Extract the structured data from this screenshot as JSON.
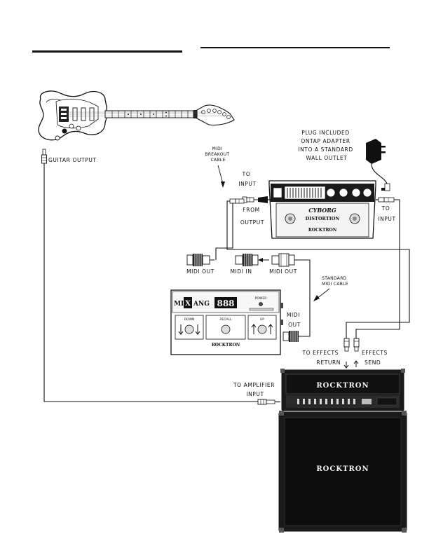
{
  "labels": {
    "guitar_output": "GUITAR OUTPUT",
    "midi_breakout_cable": [
      "MIDI",
      "BREAKOUT",
      "CABLE"
    ],
    "to_input_top": [
      "TO",
      "INPUT"
    ],
    "from_output": [
      "FROM",
      "OUTPUT"
    ],
    "to_input_right": [
      "TO",
      "INPUT"
    ],
    "adapter_note": [
      "PLUG INCLUDED",
      "ONTAP ADAPTER",
      "INTO A STANDARD",
      "WALL OUTLET"
    ],
    "midi_out_left": "MIDI OUT",
    "midi_in": "MIDI IN",
    "midi_out_right": "MIDI OUT",
    "standard_midi_cable": [
      "STANDARD",
      "MIDI CABLE"
    ],
    "midi_out_pedal": [
      "MIDI",
      "OUT"
    ],
    "to_effects_return": [
      "TO EFFECTS",
      "RETURN"
    ],
    "effects_send": [
      "EFFECTS",
      "SEND"
    ],
    "to_amplifier_input": [
      "TO AMPLIFIER",
      "INPUT"
    ]
  },
  "devices": {
    "pedal_name": "CYBORG",
    "pedal_type": "DISTORTION",
    "pedal_brand": "ROCKTRON",
    "switcher_name": [
      "MI",
      "X",
      "ANG"
    ],
    "switcher_display": "888",
    "switcher_power": "POWER",
    "switcher_buttons": [
      "DOWN",
      "RECALL",
      "UP"
    ],
    "switcher_brand": "ROCKTRON",
    "amp_brand": "ROCKTRON",
    "cab_brand": "ROCKTRON"
  }
}
